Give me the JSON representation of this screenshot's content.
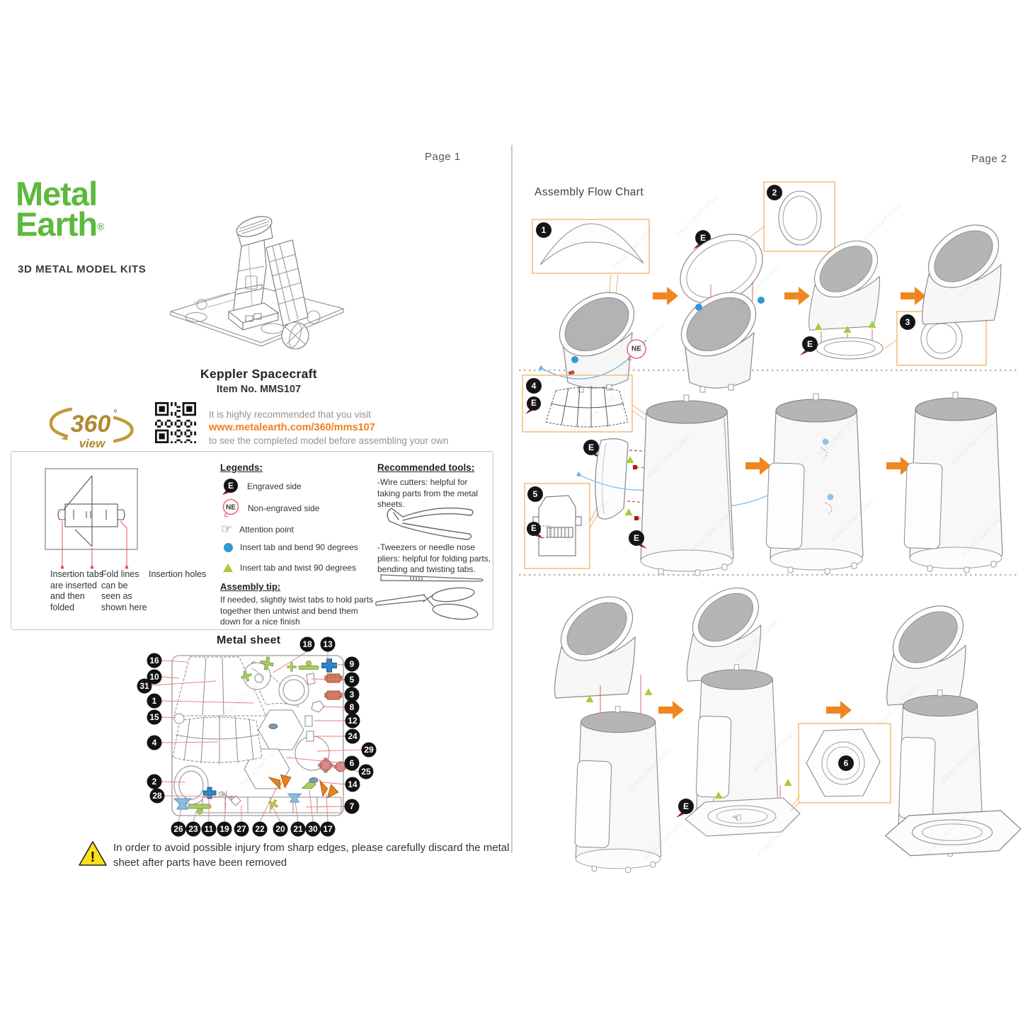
{
  "pages": {
    "page1": "Page 1",
    "page2": "Page 2"
  },
  "brand": {
    "name_line1": "Metal",
    "name_line2": "Earth",
    "registered": "®",
    "tagline": "3D METAL MODEL KITS"
  },
  "product": {
    "name": "Keppler Spacecraft",
    "item": "Item No. MMS107"
  },
  "view360": {
    "number": "360",
    "degree": "°",
    "word": "view",
    "line1": "It is highly recommended that you visit",
    "url": "www.metalearth.com/360/mms107",
    "line2": "to see the completed model before assembling your own"
  },
  "legends": {
    "title": "Legends:",
    "engraved_symbol": "E",
    "engraved_label": "Engraved side",
    "non_engraved_symbol": "NE",
    "non_engraved_label": "Non-engraved side",
    "attention_label": "Attention point",
    "blue_label": "Insert tab and bend 90 degrees",
    "green_label": "Insert tab and twist 90 degrees"
  },
  "assembly_tip": {
    "title": "Assembly tip:",
    "text": "If needed, slightly twist tabs to hold parts together then untwist and bend them down for a nice finish"
  },
  "insertion": {
    "tabs": "Insertion tabs are inserted and then folded",
    "fold": "Fold lines can be seen as shown here",
    "holes": "Insertion holes"
  },
  "tools": {
    "title": "Recommended tools:",
    "wire_cutters": "-Wire cutters: helpful for taking parts from the metal sheets.",
    "tweezers": "-Tweezers or needle nose pliers: helpful for folding parts, bending and twisting tabs."
  },
  "metal_sheet": {
    "title": "Metal sheet",
    "callouts": {
      "left": [
        "16",
        "10",
        "31",
        "1",
        "15",
        "4",
        "2",
        "28"
      ],
      "top": [
        "18",
        "13"
      ],
      "right": [
        "9",
        "5",
        "3",
        "8",
        "12",
        "24",
        "29",
        "6",
        "25",
        "14",
        "7"
      ],
      "bottom": [
        "26",
        "23",
        "11",
        "19",
        "27",
        "22",
        "20",
        "21",
        "30",
        "17"
      ]
    }
  },
  "warning": {
    "symbol": "!",
    "text": "In order to avoid possible injury from sharp edges, please carefully discard the metal sheet after parts have been removed"
  },
  "flow": {
    "title": "Assembly Flow Chart",
    "engraved": "E",
    "non_engraved": "NE",
    "steps": [
      "1",
      "2",
      "3",
      "4",
      "5",
      "6"
    ]
  },
  "watermark": "FASCINATIONS",
  "colors": {
    "brand_green": "#5cb93e",
    "accent_orange": "#f0861f",
    "url_orange": "#f08021",
    "gold": "#b08a2e",
    "inset_border": "#f5b571",
    "leader_red": "#f07878",
    "flow_red": "#d04545",
    "insert_blue": "#2e9ad2",
    "twist_green": "#a6cc39",
    "warning_yellow": "#ffdf1b"
  }
}
